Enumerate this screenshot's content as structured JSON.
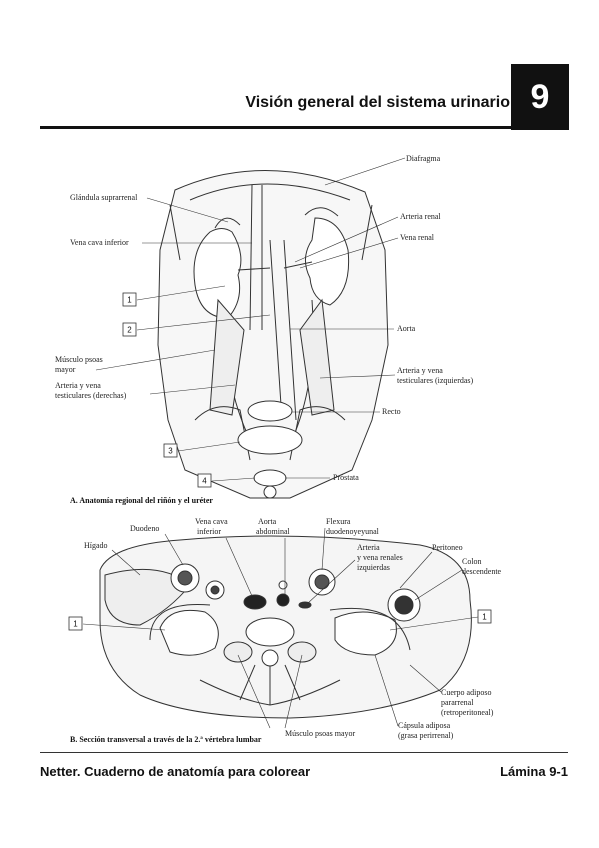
{
  "header": {
    "title": "Visión general del sistema urinario",
    "chapter": "9"
  },
  "figure_a": {
    "caption": "A. Anatomía regional del riñón y el uréter",
    "labels": {
      "diafragma": "Diafragma",
      "glandula": "Glándula suprarrenal",
      "arteria_renal": "Arteria renal",
      "vena_cava": "Vena cava inferior",
      "vena_renal": "Vena renal",
      "aorta": "Aorta",
      "psoas_1": "Músculo psoas",
      "psoas_2": "mayor",
      "art_vena_der_1": "Arteria y vena",
      "art_vena_der_2": "testiculares (derechas)",
      "art_vena_izq_1": "Arteria y vena",
      "art_vena_izq_2": "testiculares (izquierdas)",
      "recto": "Recto",
      "prostata": "Próstata"
    },
    "boxes": [
      "1",
      "2",
      "3",
      "4"
    ]
  },
  "figure_b": {
    "caption": "B. Sección transversal a través de la 2.ª vértebra lumbar",
    "labels": {
      "higado": "Hígado",
      "duodeno": "Duodeno",
      "vena_cava_1": "Vena cava",
      "vena_cava_2": "inferior",
      "aorta_1": "Aorta",
      "aorta_2": "abdominal",
      "flexura_1": "Flexura",
      "flexura_2": "duodenoyeyunal",
      "art_renales_1": "Arteria",
      "art_renales_2": "y vena renales",
      "art_renales_3": "izquierdas",
      "peritoneo": "Peritoneo",
      "colon_1": "Colon",
      "colon_2": "descendente",
      "cuerpo_1": "Cuerpo adiposo",
      "cuerpo_2": "pararrenal",
      "cuerpo_3": "(retroperitoneal)",
      "capsula_1": "Cápsula adiposa",
      "capsula_2": "(grasa perirrenal)",
      "psoas": "Músculo psoas mayor"
    },
    "boxes": [
      "1",
      "1"
    ]
  },
  "footer": {
    "left": "Netter. Cuaderno de anatomía para colorear",
    "right": "Lámina 9-1"
  }
}
